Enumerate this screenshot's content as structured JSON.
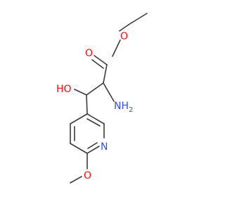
{
  "molecule": {
    "atoms": {
      "carbonyl_oxygen": {
        "label": "O",
        "color": "#ff0d0d"
      },
      "ester_oxygen": {
        "label": "O",
        "color": "#ff0d0d"
      },
      "hydroxyl": {
        "label": "HO",
        "color": "#ff0d0d"
      },
      "amine": {
        "label": "NH",
        "subscript": "2",
        "color": "#3050f8"
      },
      "pyridine_nitrogen": {
        "label": "N",
        "color": "#3050f8"
      },
      "methoxy_oxygen": {
        "label": "O",
        "color": "#ff0d0d"
      }
    },
    "bond_color": "#3b3b3b"
  }
}
